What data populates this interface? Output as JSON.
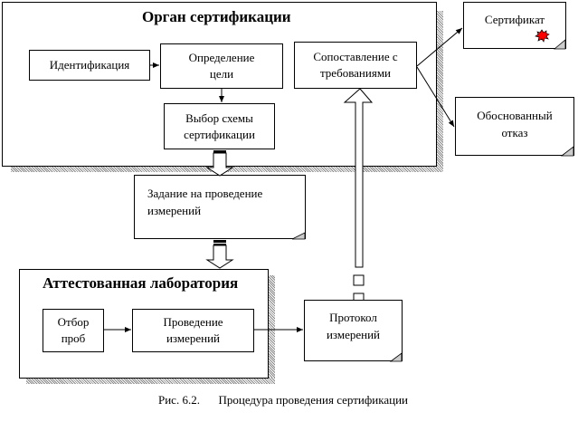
{
  "figure": {
    "caption_number": "Рис. 6.2.",
    "caption_text": "Процедура проведения сертификации"
  },
  "certification_body": {
    "title": "Орган сертификации",
    "identification": "Идентификация",
    "goal_definition": [
      "Определение",
      "цели"
    ],
    "scheme_selection": [
      "Выбор схемы",
      "сертификации"
    ],
    "comparison": [
      "Сопоставление с",
      "требованиями"
    ]
  },
  "measurement_task": [
    "Задание на проведение",
    "измерений"
  ],
  "laboratory": {
    "title": "Аттестованная лаборатория",
    "sampling": [
      "Отбор",
      "проб"
    ],
    "measurements": [
      "Проведение",
      "измерений"
    ]
  },
  "protocol": [
    "Протокол",
    "измерений"
  ],
  "outcomes": {
    "certificate": "Сертификат",
    "refusal": [
      "Обоснованный",
      "отказ"
    ]
  },
  "colors": {
    "seal": "#ff0000",
    "shadow": "#888888"
  }
}
